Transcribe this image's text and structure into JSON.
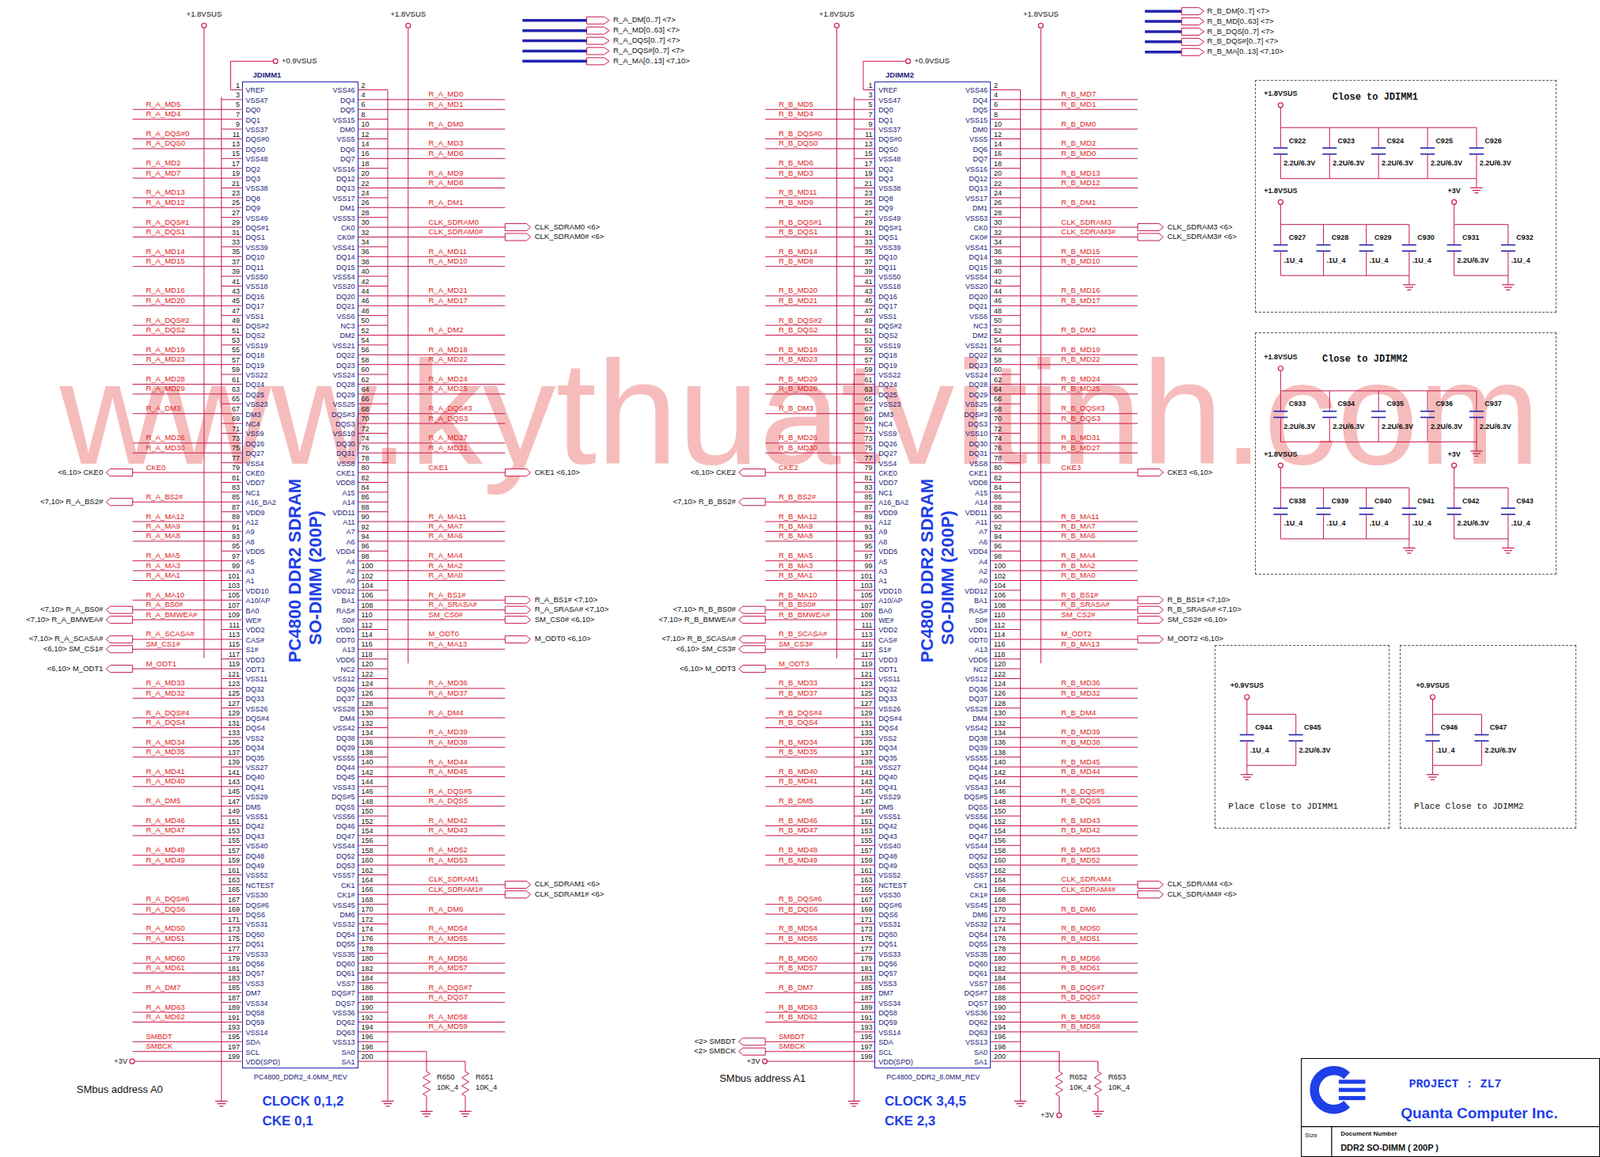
{
  "diagram": {
    "nodes": [
      {
        "text": [
          "JDIMM1",
          "PC4800 DDR2 SDRAM",
          "SO-DIMM (200P)",
          "PC4800_DDR2_4.0MM_REV",
          "VREF",
          "VSS46",
          "VSS47",
          "DQ4",
          "DQ0",
          "DQ5",
          "DQ1",
          "VSS15",
          "VSS37",
          "DM0",
          "DQS#0",
          "VSS5",
          "DQS0",
          "DQ6",
          "VSS48",
          "DQ7",
          "DQ2",
          "VSS16",
          "DQ3",
          "DQ12",
          "VSS38",
          "DQ13",
          "DQ8",
          "VSS17",
          "DQ9",
          "DM1",
          "VSS49",
          "VSS53",
          "DQS#1",
          "CK0",
          "DQS1",
          "CK0#",
          "VSS39",
          "VSS41",
          "DQ10",
          "DQ14",
          "DQ11",
          "DQ15",
          "VSS50",
          "VSS54",
          "VSS18",
          "VSS20",
          "DQ16",
          "DQ20",
          "DQ17",
          "DQ21",
          "VSS1",
          "VSS6",
          "DQS#2",
          "NC3",
          "DQS2",
          "DM2",
          "VSS19",
          "VSS21",
          "DQ18",
          "DQ22",
          "DQ19",
          "DQ23",
          "VSS22",
          "VSS24",
          "DQ24",
          "DQ28",
          "DQ25",
          "DQ29",
          "VSS23",
          "VSS25",
          "DM3",
          "DQS#3",
          "NC4",
          "DQS3",
          "VSS9",
          "VSS10",
          "DQ26",
          "DQ30",
          "DQ27",
          "DQ31",
          "VSS4",
          "VSS8",
          "CKE0",
          "CKE1",
          "VDD7",
          "VDD8",
          "NC1",
          "A15",
          "A16_BA2",
          "A14",
          "VDD9",
          "VDD11",
          "A12",
          "A11",
          "A9",
          "A7",
          "A8",
          "A6",
          "VDD5",
          "VDD4",
          "A5",
          "A4",
          "A3",
          "A2",
          "A1",
          "A0",
          "VDD10",
          "VDD12",
          "A10/AP",
          "BA1",
          "BA0",
          "RAS#",
          "WE#",
          "S0#",
          "VDD2",
          "VDD1",
          "CAS#",
          "ODT0",
          "S1#",
          "A13",
          "VDD3",
          "VDD6",
          "ODT1",
          "NC2",
          "VSS11",
          "VSS12",
          "DQ32",
          "DQ36",
          "DQ33",
          "DQ37",
          "VSS26",
          "VSS28",
          "DQS#4",
          "DM4",
          "DQS4",
          "VSS42",
          "VSS2",
          "DQ38",
          "DQ34",
          "DQ39",
          "DQ35",
          "VSS55",
          "VSS27",
          "DQ44",
          "DQ40",
          "DQ45",
          "DQ41",
          "VSS43",
          "VSS29",
          "DQS#5",
          "DM5",
          "DQS5",
          "VSS51",
          "VSS56",
          "DQ42",
          "DQ46",
          "DQ43",
          "DQ47",
          "VSS40",
          "VSS44",
          "DQ48",
          "DQ52",
          "DQ49",
          "DQ53",
          "VSS52",
          "VSS57",
          "NCTEST",
          "CK1",
          "VSS30",
          "CK1#",
          "DQS#6",
          "VSS45",
          "DQS6",
          "DM6",
          "VSS31",
          "VSS32",
          "DQ50",
          "DQ54",
          "DQ51",
          "DQ55",
          "VSS33",
          "VSS35",
          "DQ56",
          "DQ60",
          "DQ57",
          "DQ61",
          "VSS3",
          "VSS7",
          "DM7",
          "DQS#7",
          "VSS34",
          "DQS7",
          "DQ58",
          "VSS36",
          "DQ59",
          "DQ62",
          "VSS14",
          "DQ63",
          "SDA",
          "VSS13",
          "SCL",
          "SA0",
          "VDD(SPD)",
          "SA1"
        ]
      },
      {
        "text": [
          "JDIMM2",
          "PC4800 DDR2 SDRAM",
          "SO-DIMM (200P)",
          "PC4800_DDR2_8.0MM_REV",
          "VREF",
          "VSS46",
          "VSS47",
          "DQ4",
          "DQ0",
          "DQ5",
          "DQ1",
          "VSS15",
          "VSS37",
          "DM0",
          "DQS#0",
          "VSS5",
          "DQS0",
          "DQ6",
          "VSS48",
          "DQ7",
          "DQ2",
          "VSS16",
          "DQ3",
          "DQ12",
          "VSS38",
          "DQ13",
          "DQ8",
          "VSS17",
          "DQ9",
          "DM1",
          "VSS49",
          "VSS53",
          "DQS#1",
          "CK0",
          "DQS1",
          "CK0#",
          "VSS39",
          "VSS41",
          "DQ10",
          "DQ14",
          "DQ11",
          "DQ15",
          "VSS50",
          "VSS54",
          "VSS18",
          "VSS20",
          "DQ16",
          "DQ20",
          "DQ17",
          "DQ21",
          "VSS1",
          "VSS6",
          "DQS#2",
          "NC3",
          "DQS2",
          "DM2",
          "VSS19",
          "VSS21",
          "DQ18",
          "DQ22",
          "DQ19",
          "DQ23",
          "VSS22",
          "VSS24",
          "DQ24",
          "DQ28",
          "DQ25",
          "DQ29",
          "VSS23",
          "VSS25",
          "DM3",
          "DQS#3",
          "NC4",
          "DQS3",
          "VSS9",
          "VSS10",
          "DQ26",
          "DQ30",
          "DQ27",
          "DQ31",
          "VSS4",
          "VSS8",
          "CKE0",
          "CKE1",
          "VDD7",
          "VDD8",
          "NC1",
          "A15",
          "A16_BA2",
          "A14",
          "VDD9",
          "VDD11",
          "A12",
          "A11",
          "A9",
          "A7",
          "A8",
          "A6",
          "VDD5",
          "VDD4",
          "A5",
          "A4",
          "A3",
          "A2",
          "A1",
          "A0",
          "VDD10",
          "VDD12",
          "A10/AP",
          "BA1",
          "BA0",
          "RAS#",
          "WE#",
          "S0#",
          "VDD2",
          "VDD1",
          "CAS#",
          "ODT0",
          "S1#",
          "A13",
          "VDD3",
          "VDD6",
          "ODT1",
          "NC2",
          "VSS11",
          "VSS12",
          "DQ32",
          "DQ36",
          "DQ33",
          "DQ37",
          "VSS26",
          "VSS28",
          "DQS#4",
          "DM4",
          "DQS4",
          "VSS42",
          "VSS2",
          "DQ38",
          "DQ34",
          "DQ39",
          "DQ35",
          "VSS55",
          "VSS27",
          "DQ44",
          "DQ40",
          "DQ45",
          "DQ41",
          "VSS43",
          "VSS29",
          "DQS#5",
          "DM5",
          "DQS5",
          "VSS51",
          "VSS56",
          "DQ42",
          "DQ46",
          "DQ43",
          "DQ47",
          "VSS40",
          "VSS44",
          "DQ48",
          "DQ52",
          "DQ49",
          "DQ53",
          "VSS52",
          "VSS57",
          "NCTEST",
          "CK1",
          "VSS30",
          "CK1#",
          "DQS#6",
          "VSS45",
          "DQS6",
          "DM6",
          "VSS31",
          "VSS32",
          "DQ50",
          "DQ54",
          "DQ51",
          "DQ55",
          "VSS33",
          "VSS35",
          "DQ56",
          "DQ60",
          "DQ57",
          "DQ61",
          "VSS3",
          "VSS7",
          "DM7",
          "DQS#7",
          "VSS34",
          "DQS7",
          "DQ58",
          "VSS36",
          "DQ59",
          "DQ62",
          "VSS14",
          "DQ63",
          "SDA",
          "VSS13",
          "SCL",
          "SA0",
          "VDD(SPD)",
          "SA1"
        ]
      },
      {
        "text": [
          "Close to JDIMM1"
        ]
      },
      {
        "text": [
          "Close to JDIMM2"
        ]
      },
      {
        "text": [
          "Place Close to JDIMM1"
        ]
      },
      {
        "text": [
          "Place Close to JDIMM2"
        ]
      },
      {
        "text": [
          "PROJECT : ZL7",
          "Quanta Computer Inc.",
          "Size",
          "Document Number",
          "DDR2 SO-DIMM ( 200P )"
        ]
      }
    ],
    "labels": [
      "1",
      "2",
      "3",
      "4",
      "5",
      "6",
      "7",
      "8",
      "9",
      "10",
      "11",
      "12",
      "13",
      "14",
      "15",
      "16",
      "17",
      "18",
      "19",
      "20",
      "21",
      "22",
      "23",
      "24",
      "25",
      "26",
      "27",
      "28",
      "29",
      "30",
      "31",
      "32",
      "33",
      "34",
      "35",
      "36",
      "37",
      "38",
      "39",
      "40",
      "41",
      "42",
      "43",
      "44",
      "45",
      "46",
      "47",
      "48",
      "49",
      "50",
      "51",
      "52",
      "53",
      "54",
      "55",
      "56",
      "57",
      "58",
      "59",
      "60",
      "61",
      "62",
      "63",
      "64",
      "65",
      "66",
      "67",
      "68",
      "69",
      "70",
      "71",
      "72",
      "73",
      "74",
      "75",
      "76",
      "77",
      "78",
      "79",
      "80",
      "81",
      "82",
      "83",
      "84",
      "85",
      "86",
      "87",
      "88",
      "89",
      "90",
      "91",
      "92",
      "93",
      "94",
      "95",
      "96",
      "97",
      "98",
      "99",
      "100",
      "101",
      "102",
      "103",
      "104",
      "105",
      "106",
      "107",
      "108",
      "109",
      "110",
      "111",
      "112",
      "113",
      "114",
      "115",
      "116",
      "117",
      "118",
      "119",
      "120",
      "121",
      "122",
      "123",
      "124",
      "125",
      "126",
      "127",
      "128",
      "129",
      "130",
      "131",
      "132",
      "133",
      "134",
      "135",
      "136",
      "137",
      "138",
      "139",
      "140",
      "141",
      "142",
      "143",
      "144",
      "145",
      "146",
      "147",
      "148",
      "149",
      "150",
      "151",
      "152",
      "153",
      "154",
      "155",
      "156",
      "157",
      "158",
      "159",
      "160",
      "161",
      "162",
      "163",
      "164",
      "165",
      "166",
      "167",
      "168",
      "169",
      "170",
      "171",
      "172",
      "173",
      "174",
      "175",
      "176",
      "177",
      "178",
      "179",
      "180",
      "181",
      "182",
      "183",
      "184",
      "185",
      "186",
      "187",
      "188",
      "189",
      "190",
      "191",
      "192",
      "193",
      "194",
      "195",
      "196",
      "197",
      "198",
      "199",
      "200",
      "R_A_MD5",
      "R_A_MD4",
      "R_A_DQS#0",
      "R_A_DQS0",
      "R_A_MD2",
      "R_A_MD7",
      "R_A_MD13",
      "R_A_MD12",
      "R_A_DQS#1",
      "R_A_DQS1",
      "R_A_MD14",
      "R_A_MD15",
      "R_A_MD16",
      "R_A_MD20",
      "R_A_DQS#2",
      "R_A_DQS2",
      "R_A_MD19",
      "R_A_MD23",
      "R_A_MD28",
      "R_A_MD29",
      "R_A_DM3",
      "R_A_MD26",
      "R_A_MD30",
      "CKE0",
      "R_A_BS2#",
      "R_A_MA12",
      "R_A_MA9",
      "R_A_MA8",
      "R_A_MA5",
      "R_A_MA3",
      "R_A_MA1",
      "R_A_MA10",
      "R_A_BS0#",
      "R_A_BMWEA#",
      "R_A_SCASA#",
      "SM_CS1#",
      "M_ODT1",
      "R_A_MD33",
      "R_A_MD32",
      "R_A_DQS#4",
      "R_A_DQS4",
      "R_A_MD34",
      "R_A_MD35",
      "R_A_MD41",
      "R_A_MD40",
      "R_A_DM5",
      "R_A_MD46",
      "R_A_MD47",
      "R_A_MD48",
      "R_A_MD49",
      "R_A_DQS#6",
      "R_A_DQS6",
      "R_A_MD50",
      "R_A_MD51",
      "R_A_MD60",
      "R_A_MD61",
      "R_A_DM7",
      "R_A_MD63",
      "R_A_MD62",
      "SMBDT",
      "SMBCK",
      "+3V",
      "R_A_MD0",
      "R_A_MD1",
      "R_A_DM0",
      "R_A_MD3",
      "R_A_MD6",
      "R_A_MD9",
      "R_A_MD8",
      "R_A_DM1",
      "CLK_SDRAM0",
      "CLK_SDRAM0#",
      "R_A_MD11",
      "R_A_MD10",
      "R_A_MD21",
      "R_A_MD17",
      "R_A_DM2",
      "R_A_MD18",
      "R_A_MD22",
      "R_A_MD24",
      "R_A_MD25",
      "R_A_DQS#3",
      "R_A_DQS3",
      "R_A_MD27",
      "R_A_MD31",
      "CKE1",
      "R_A_MA11",
      "R_A_MA7",
      "R_A_MA6",
      "R_A_MA4",
      "R_A_MA2",
      "R_A_MA0",
      "R_A_BS1#",
      "R_A_SRASA#",
      "SM_CS0#",
      "M_ODT0",
      "R_A_MA13",
      "R_A_MD36",
      "R_A_MD37",
      "R_A_DM4",
      "R_A_MD39",
      "R_A_MD38",
      "R_A_MD44",
      "R_A_MD45",
      "R_A_DQS#5",
      "R_A_DQS5",
      "R_A_MD42",
      "R_A_MD43",
      "R_A_MD52",
      "R_A_MD53",
      "CLK_SDRAM1",
      "CLK_SDRAM1#",
      "R_A_DM6",
      "R_A_MD54",
      "R_A_MD55",
      "R_A_MD56",
      "R_A_MD57",
      "R_A_DQS#7",
      "R_A_DQS7",
      "R_A_MD58",
      "R_A_MD59",
      "<6,10> CKE0",
      "<7,10> R_A_BS2#",
      "<7,10> R_A_BS0#",
      "<7,10> R_A_BMWEA#",
      "<7,10> R_A_SCASA#",
      "<6,10> SM_CS1#",
      "<6,10> M_ODT1",
      "CLK_SDRAM0 <6>",
      "CLK_SDRAM0# <6>",
      "CKE1 <6,10>",
      "R_A_BS1# <7,10>",
      "R_A_SRASA# <7,10>",
      "SM_CS0# <6,10>",
      "M_ODT0 <6,10>",
      "CLK_SDRAM1 <6>",
      "CLK_SDRAM1# <6>",
      "+1.8VSUS",
      "+1.8VSUS",
      "+0.9VSUS",
      "R_A_DM[0..7] <7>",
      "R_A_MD[0..63] <7>",
      "R_A_DQS[0..7] <7>",
      "R_A_DQS#[0..7] <7>",
      "R_A_MA[0..13] <7,10>",
      "SMbus address A0",
      "CLOCK 0,1,2",
      "CKE 0,1",
      "R650",
      "10K_4",
      "R651",
      "10K_4",
      "1",
      "2",
      "3",
      "4",
      "5",
      "6",
      "7",
      "8",
      "9",
      "10",
      "11",
      "12",
      "13",
      "14",
      "15",
      "16",
      "17",
      "18",
      "19",
      "20",
      "21",
      "22",
      "23",
      "24",
      "25",
      "26",
      "27",
      "28",
      "29",
      "30",
      "31",
      "32",
      "33",
      "34",
      "35",
      "36",
      "37",
      "38",
      "39",
      "40",
      "41",
      "42",
      "43",
      "44",
      "45",
      "46",
      "47",
      "48",
      "49",
      "50",
      "51",
      "52",
      "53",
      "54",
      "55",
      "56",
      "57",
      "58",
      "59",
      "60",
      "61",
      "62",
      "63",
      "64",
      "65",
      "66",
      "67",
      "68",
      "69",
      "70",
      "71",
      "72",
      "73",
      "74",
      "75",
      "76",
      "77",
      "78",
      "79",
      "80",
      "81",
      "82",
      "83",
      "84",
      "85",
      "86",
      "87",
      "88",
      "89",
      "90",
      "91",
      "92",
      "93",
      "94",
      "95",
      "96",
      "97",
      "98",
      "99",
      "100",
      "101",
      "102",
      "103",
      "104",
      "105",
      "106",
      "107",
      "108",
      "109",
      "110",
      "111",
      "112",
      "113",
      "114",
      "115",
      "116",
      "117",
      "118",
      "119",
      "120",
      "121",
      "122",
      "123",
      "124",
      "125",
      "126",
      "127",
      "128",
      "129",
      "130",
      "131",
      "132",
      "133",
      "134",
      "135",
      "136",
      "137",
      "138",
      "139",
      "140",
      "141",
      "142",
      "143",
      "144",
      "145",
      "146",
      "147",
      "148",
      "149",
      "150",
      "151",
      "152",
      "153",
      "154",
      "155",
      "156",
      "157",
      "158",
      "159",
      "160",
      "161",
      "162",
      "163",
      "164",
      "165",
      "166",
      "167",
      "168",
      "169",
      "170",
      "171",
      "172",
      "173",
      "174",
      "175",
      "176",
      "177",
      "178",
      "179",
      "180",
      "181",
      "182",
      "183",
      "184",
      "185",
      "186",
      "187",
      "188",
      "189",
      "190",
      "191",
      "192",
      "193",
      "194",
      "195",
      "196",
      "197",
      "198",
      "199",
      "200",
      "R_B_MD5",
      "R_B_MD4",
      "R_B_DQS#0",
      "R_B_DQS0",
      "R_B_MD6",
      "R_B_MD3",
      "R_B_MD11",
      "R_B_MD9",
      "R_B_DQS#1",
      "R_B_DQS1",
      "R_B_MD14",
      "R_B_MD8",
      "R_B_MD20",
      "R_B_MD21",
      "R_B_DQS#2",
      "R_B_DQS2",
      "R_B_MD18",
      "R_B_MD23",
      "R_B_MD29",
      "R_B_MD28",
      "R_B_DM3",
      "R_B_MD26",
      "R_B_MD30",
      "CKE2",
      "R_B_BS2#",
      "R_B_MA12",
      "R_B_MA9",
      "R_B_MA8",
      "R_B_MA5",
      "R_B_MA3",
      "R_B_MA1",
      "R_B_MA10",
      "R_B_BS0#",
      "R_B_BMWEA#",
      "R_B_SCASA#",
      "SM_CS3#",
      "M_ODT3",
      "R_B_MD33",
      "R_B_MD37",
      "R_B_DQS#4",
      "R_B_DQS4",
      "R_B_MD34",
      "R_B_MD35",
      "R_B_MD40",
      "R_B_MD41",
      "R_B_DM5",
      "R_B_MD46",
      "R_B_MD47",
      "R_B_MD48",
      "R_B_MD49",
      "R_B_DQS#6",
      "R_B_DQS6",
      "R_B_MD54",
      "R_B_MD55",
      "R_B_MD60",
      "R_B_MD57",
      "R_B_DM7",
      "R_B_MD63",
      "R_B_MD62",
      "SMBDT",
      "SMBCK",
      "+3V",
      "R_B_MD7",
      "R_B_MD1",
      "R_B_DM0",
      "R_B_MD2",
      "R_B_MD0",
      "R_B_MD13",
      "R_B_MD12",
      "R_B_DM1",
      "CLK_SDRAM3",
      "CLK_SDRAM3#",
      "R_B_MD15",
      "R_B_MD10",
      "R_B_MD16",
      "R_B_MD17",
      "R_B_DM2",
      "R_B_MD19",
      "R_B_MD22",
      "R_B_MD24",
      "R_B_MD25",
      "R_B_DQS#3",
      "R_B_DQS3",
      "R_B_MD31",
      "R_B_MD27",
      "CKE3",
      "R_B_MA11",
      "R_B_MA7",
      "R_B_MA6",
      "R_B_MA4",
      "R_B_MA2",
      "R_B_MA0",
      "R_B_BS1#",
      "R_B_SRASA#",
      "SM_CS2#",
      "M_ODT2",
      "R_B_MA13",
      "R_B_MD36",
      "R_B_MD32",
      "R_B_DM4",
      "R_B_MD39",
      "R_B_MD38",
      "R_B_MD45",
      "R_B_MD44",
      "R_B_DQS#5",
      "R_B_DQS5",
      "R_B_MD43",
      "R_B_MD42",
      "R_B_MD53",
      "R_B_MD52",
      "CLK_SDRAM4",
      "CLK_SDRAM4#",
      "R_B_DM6",
      "R_B_MD50",
      "R_B_MD51",
      "R_B_MD56",
      "R_B_MD61",
      "R_B_DQS#7",
      "R_B_DQS7",
      "R_B_MD59",
      "R_B_MD58",
      "<6,10> CKE2",
      "<7,10> R_B_BS2#",
      "<7,10> R_B_BS0#",
      "<7,10> R_B_BMWEA#",
      "<7,10> R_B_SCASA#",
      "<6,10> SM_CS3#",
      "<6,10> M_ODT3",
      "<2> SMBDT",
      "<2> SMBCK",
      "CLK_SDRAM3 <6>",
      "CLK_SDRAM3# <6>",
      "CKE3 <6,10>",
      "R_B_BS1# <7,10>",
      "R_B_SRASA# <7,10>",
      "SM_CS2# <6,10>",
      "M_ODT2 <6,10>",
      "CLK_SDRAM4 <6>",
      "CLK_SDRAM4# <6>",
      "+1.8VSUS",
      "+1.8VSUS",
      "+0.9VSUS",
      "R_B_DM[0..7] <7>",
      "R_B_MD[0..63] <7>",
      "R_B_DQS[0..7] <7>",
      "R_B_DQS#[0..7] <7>",
      "R_B_MA[0..13] <7,10>",
      "SMbus address A1",
      "CLOCK 3,4,5",
      "CKE 2,3",
      "R652",
      "10K_4",
      "R653",
      "10K_4",
      "+3V",
      "+1.8VSUS",
      "C922",
      "2.2U/6.3V",
      "C923",
      "2.2U/6.3V",
      "C924",
      "2.2U/6.3V",
      "C925",
      "2.2U/6.3V",
      "C926",
      "2.2U/6.3V",
      "+1.8VSUS",
      "C927",
      ".1U_4",
      "C928",
      ".1U_4",
      "C929",
      ".1U_4",
      "C930",
      ".1U_4",
      "+3V",
      "C931",
      "2.2U/6.3V",
      "C932",
      ".1U_4",
      "+1.8VSUS",
      "C933",
      "2.2U/6.3V",
      "C934",
      "2.2U/6.3V",
      "C935",
      "2.2U/6.3V",
      "C936",
      "2.2U/6.3V",
      "C937",
      "2.2U/6.3V",
      "+1.8VSUS",
      "C938",
      ".1U_4",
      "C939",
      ".1U_4",
      "C940",
      ".1U_4",
      "C941",
      ".1U_4",
      "+3V",
      "C942",
      "2.2U/6.3V",
      "C943",
      ".1U_4",
      "+0.9VSUS",
      "C944",
      ".1U_4",
      "C945",
      "2.2U/6.3V",
      "+0.9VSUS",
      "C946",
      ".1U_4",
      "C947",
      "2.2U/6.3V",
      "www.kythuatvitinh.com"
    ]
  }
}
